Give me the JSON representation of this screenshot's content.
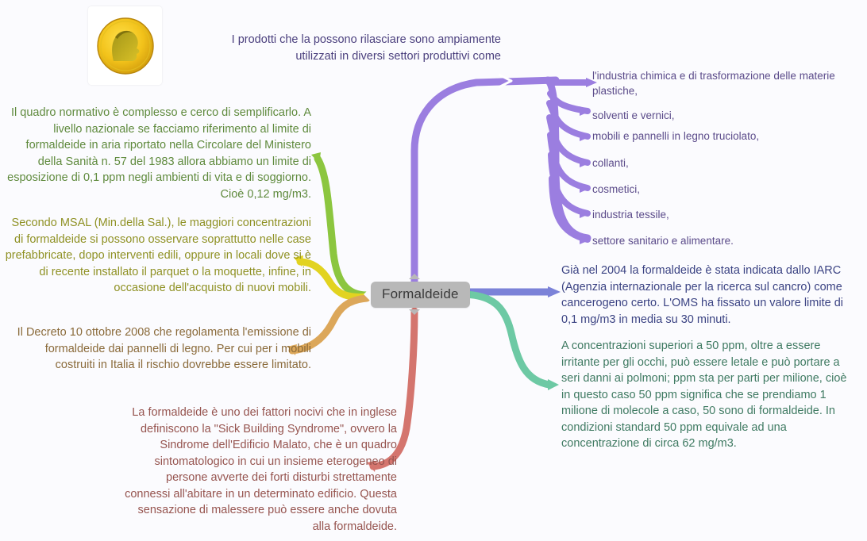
{
  "mindmap": {
    "central_topic": "Formaldeide",
    "background_color": "#fbfbfe",
    "central_node_color": "#b8b8b8",
    "branches": [
      {
        "id": "purple",
        "color": "#9b7ee0",
        "direction": "top-right",
        "label": "I prodotti che la possono rilasciare sono ampiamente utilizzati in diversi settori produttivi come",
        "children": [
          "l'industria chimica e di trasformazione delle materie plastiche,",
          "solventi e vernici,",
          "mobili e pannelli in legno truciolato,",
          "collanti,",
          "cosmetici,",
          "industria tessile,",
          "settore sanitario e alimentare."
        ]
      },
      {
        "id": "green",
        "color": "#8cc63f",
        "direction": "left",
        "label": "Il quadro normativo è complesso e cerco di semplificarlo. A livello nazionale se facciamo riferimento al limite di formaldeide in aria riportato nella Circolare del Ministero della Sanità n. 57 del 1983 allora abbiamo un limite di esposizione di 0,1 ppm negli ambienti di vita e di soggiorno. Cioè 0,12 mg/m3."
      },
      {
        "id": "yellow",
        "color": "#e2d320",
        "direction": "left",
        "label": "Secondo MSAL (Min.della Sal.), le maggiori concentrazioni di formaldeide si possono osservare soprattutto nelle case prefabbricate, dopo interventi edili, oppure in locali dove si è di recente installato il parquet o la moquette, infine, in occasione dell'acquisto di nuovi mobili."
      },
      {
        "id": "orange",
        "color": "#dca75a",
        "direction": "left",
        "label": "Il Decreto 10 ottobre 2008 che regolamenta l'emissione di formaldeide dai pannelli di legno. Per cui per i mobili costruiti in Italia il rischio dovrebbe essere limitato."
      },
      {
        "id": "pink",
        "color": "#d4756e",
        "direction": "bottom-left",
        "label": "La formaldeide è uno dei fattori nocivi che in inglese definiscono la \"Sick Building Syndrome\", ovvero la Sindrome dell'Edificio Malato, che è un quadro sintomatologico in cui un insieme eterogeneo di persone avverte dei forti disturbi strettamente connessi all'abitare in un determinato edificio. Questa sensazione di malessere può essere anche dovuta alla formaldeide."
      },
      {
        "id": "blue",
        "color": "#7b82d8",
        "direction": "right",
        "label": "Già nel 2004 la formaldeide è stata indicata dallo IARC (Agenzia internazionale per la ricerca sul cancro) come cancerogeno certo. L'OMS ha fissato un valore limite di 0,1 mg/m3 in media su 30 minuti."
      },
      {
        "id": "teal",
        "color": "#6dc9a4",
        "direction": "right-down",
        "label": "A concentrazioni superiori a 50 ppm, oltre a essere irritante per gli occhi, può essere letale e può portare a seri danni ai polmoni; ppm sta per parti per milione, cioè in questo caso 50 ppm significa che se prendiamo 1 milione di molecole a caso, 50 sono di formaldeide. In condizioni standard 50 ppm equivale ad una concentrazione di circa 62 mg/m3."
      }
    ],
    "image": {
      "name": "gold-coin-portrait-image",
      "description": "moneta d'oro con profilo"
    }
  }
}
